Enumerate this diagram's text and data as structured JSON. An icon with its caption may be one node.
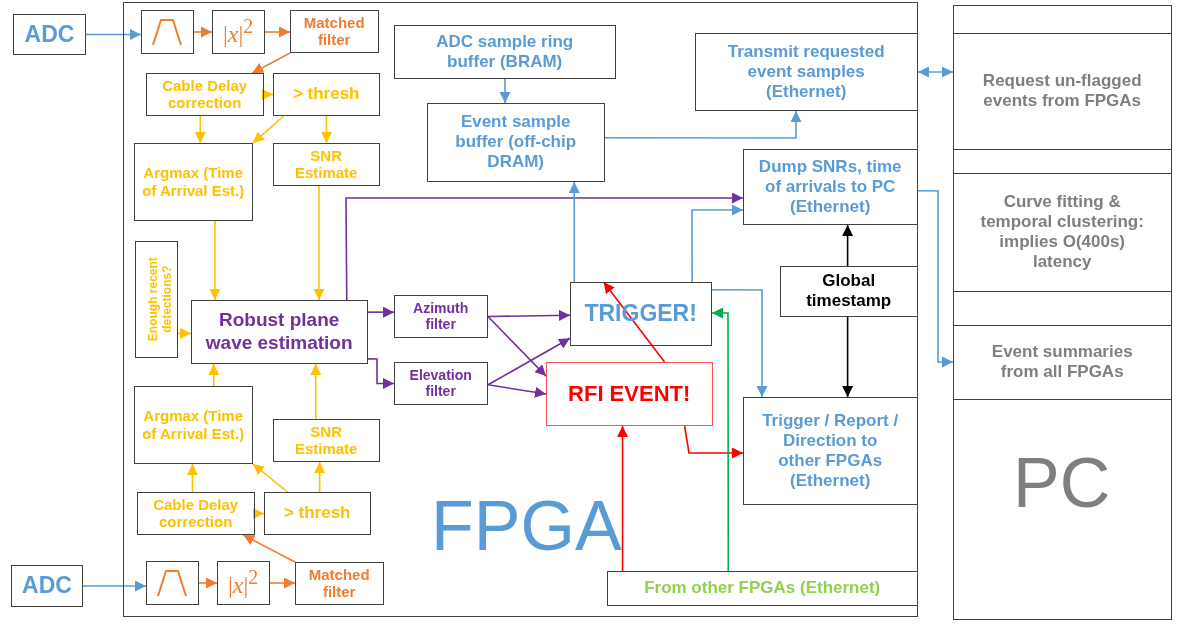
{
  "diagram": {
    "nodes": [
      {
        "text": [
          "FPGA"
        ]
      },
      {
        "text": [
          "PC"
        ]
      },
      {
        "text": [
          "ADC"
        ]
      },
      {
        "text": [],
        "shape": "box",
        "in": 0
      },
      {
        "text": [
          "|*x*|$^{2}$"
        ],
        "in": 0
      },
      {
        "text": [
          "Matched filter"
        ],
        "in": 0
      },
      {
        "text": [
          "Cable Delay correction"
        ],
        "in": 0
      },
      {
        "text": [
          "> thresh"
        ],
        "in": 0
      },
      {
        "text": [
          "Argmax (Time of Arrival Est.)"
        ],
        "in": 0
      },
      {
        "text": [
          "SNR Estimate"
        ],
        "in": 0
      },
      {
        "text": [
          "Enough recent detections?"
        ],
        "in": 0
      },
      {
        "text": [
          "Robust plane wave estimation"
        ],
        "in": 0
      },
      {
        "text": [
          "Argmax (Time of Arrival Est.)"
        ],
        "in": 0
      },
      {
        "text": [
          "SNR Estimate"
        ],
        "in": 0
      },
      {
        "text": [
          "Cable Delay correction"
        ],
        "in": 0
      },
      {
        "text": [
          "> thresh"
        ],
        "in": 0
      },
      {
        "text": [
          "ADC"
        ]
      },
      {
        "text": [],
        "shape": "box",
        "in": 0
      },
      {
        "text": [
          "|*x*|$^{2}$"
        ],
        "in": 0
      },
      {
        "text": [
          "Matched filter"
        ],
        "in": 0
      },
      {
        "text": [
          "ADC sample ring buffer (BRAM)"
        ],
        "in": 0
      },
      {
        "text": [
          "Event sample buffer (off-chip DRAM)"
        ],
        "in": 0
      },
      {
        "text": [
          "Transmit requested event samples (Ethernet)"
        ],
        "in": 0
      },
      {
        "text": [
          "Dump SNRs, time of arrivals to PC (Ethernet)"
        ],
        "in": 0
      },
      {
        "text": [
          "Azimuth filter"
        ],
        "in": 0
      },
      {
        "text": [
          "Elevation filter"
        ],
        "in": 0
      },
      {
        "text": [
          "TRIGGER!"
        ],
        "in": 0
      },
      {
        "text": [
          "RFI EVENT!"
        ],
        "in": 0
      },
      {
        "text": [
          "Global timestamp"
        ],
        "in": 0
      },
      {
        "text": [
          "Trigger / Report / Direction to other FPGAs (Ethernet)"
        ],
        "in": 0
      },
      {
        "text": [
          "From other FPGAs (Ethernet)"
        ],
        "in": 0
      },
      {
        "text": [
          "Request un-flagged events from FPGAs"
        ],
        "in": 1
      },
      {
        "text": [
          "Curve fitting & temporal clustering: implies O(400s) latency"
        ],
        "in": 1
      },
      {
        "text": [
          "Event summaries from all FPGAs"
        ],
        "in": 1
      }
    ],
    "edges": [
      {
        "from": 2,
        "to": 3,
        "arrow": "to",
        "color": "#5b9bd5"
      },
      {
        "from": 3,
        "to": 4,
        "arrow": "to",
        "color": "#ed7d31"
      },
      {
        "from": 4,
        "to": 5,
        "arrow": "to",
        "color": "#ed7d31"
      },
      {
        "from": 5,
        "to": 6,
        "arrow": "to",
        "color": "#ed7d31"
      },
      {
        "from": 6,
        "to": 7,
        "arrow": "to"
      },
      {
        "from": 6,
        "to": 8,
        "arrow": "to"
      },
      {
        "from": 7,
        "to": 8,
        "arrow": "to"
      },
      {
        "from": 7,
        "to": 9,
        "arrow": "to"
      },
      {
        "from": 8,
        "to": 11,
        "arrow": "to"
      },
      {
        "from": 9,
        "to": 11,
        "arrow": "to"
      },
      {
        "from": 10,
        "to": 11,
        "arrow": "to"
      },
      {
        "from": 16,
        "to": 17,
        "arrow": "to",
        "color": "#5b9bd5"
      },
      {
        "from": 17,
        "to": 18,
        "arrow": "to",
        "color": "#ed7d31"
      },
      {
        "from": 18,
        "to": 19,
        "arrow": "to",
        "color": "#ed7d31"
      },
      {
        "from": 19,
        "to": 14,
        "arrow": "to",
        "color": "#ed7d31"
      },
      {
        "from": 14,
        "to": 15,
        "arrow": "to"
      },
      {
        "from": 14,
        "to": 12,
        "arrow": "to"
      },
      {
        "from": 15,
        "to": 12,
        "arrow": "to"
      },
      {
        "from": 15,
        "to": 13,
        "arrow": "to"
      },
      {
        "from": 12,
        "to": 11,
        "arrow": "to"
      },
      {
        "from": 13,
        "to": 11,
        "arrow": "to"
      },
      {
        "from": 11,
        "to": 23,
        "arrow": "to",
        "color": "#7030a0"
      },
      {
        "from": 11,
        "to": 24,
        "arrow": "to",
        "color": "#7030a0"
      },
      {
        "from": 11,
        "to": 25,
        "arrow": "to",
        "color": "#7030a0"
      },
      {
        "from": 24,
        "to": 26,
        "arrow": "to",
        "color": "#7030a0"
      },
      {
        "from": 24,
        "to": 27,
        "arrow": "to",
        "color": "#7030a0"
      },
      {
        "from": 25,
        "to": 26,
        "arrow": "to",
        "color": "#7030a0"
      },
      {
        "from": 25,
        "to": 27,
        "arrow": "to",
        "color": "#7030a0"
      },
      {
        "from": 20,
        "to": 21,
        "arrow": "to",
        "color": "#5b9bd5"
      },
      {
        "from": 21,
        "to": 22,
        "arrow": "to",
        "color": "#5b9bd5"
      },
      {
        "from": 26,
        "to": 21,
        "arrow": "to",
        "color": "#5b9bd5"
      },
      {
        "from": 26,
        "to": 23,
        "arrow": "to",
        "color": "#5b9bd5"
      },
      {
        "from": 26,
        "to": 29,
        "arrow": "to",
        "color": "#5b9bd5"
      },
      {
        "from": 28,
        "to": 23,
        "arrow": "to",
        "color": "#000000"
      },
      {
        "from": 28,
        "to": 29,
        "arrow": "to",
        "color": "#000000"
      },
      {
        "from": 27,
        "to": 26,
        "arrow": "to",
        "color": "#ff0000"
      },
      {
        "from": 27,
        "to": 29,
        "arrow": "to",
        "color": "#ff0000"
      },
      {
        "from": 30,
        "to": 27,
        "arrow": "to",
        "color": "#ff0000"
      },
      {
        "from": 30,
        "to": 26,
        "arrow": "to",
        "color": "#00b050"
      },
      {
        "from": 23,
        "to": 33,
        "arrow": "to",
        "color": "#5b9bd5"
      },
      {
        "from": 22,
        "to": 31,
        "arrow": "both",
        "color": "#5b9bd5"
      }
    ]
  }
}
